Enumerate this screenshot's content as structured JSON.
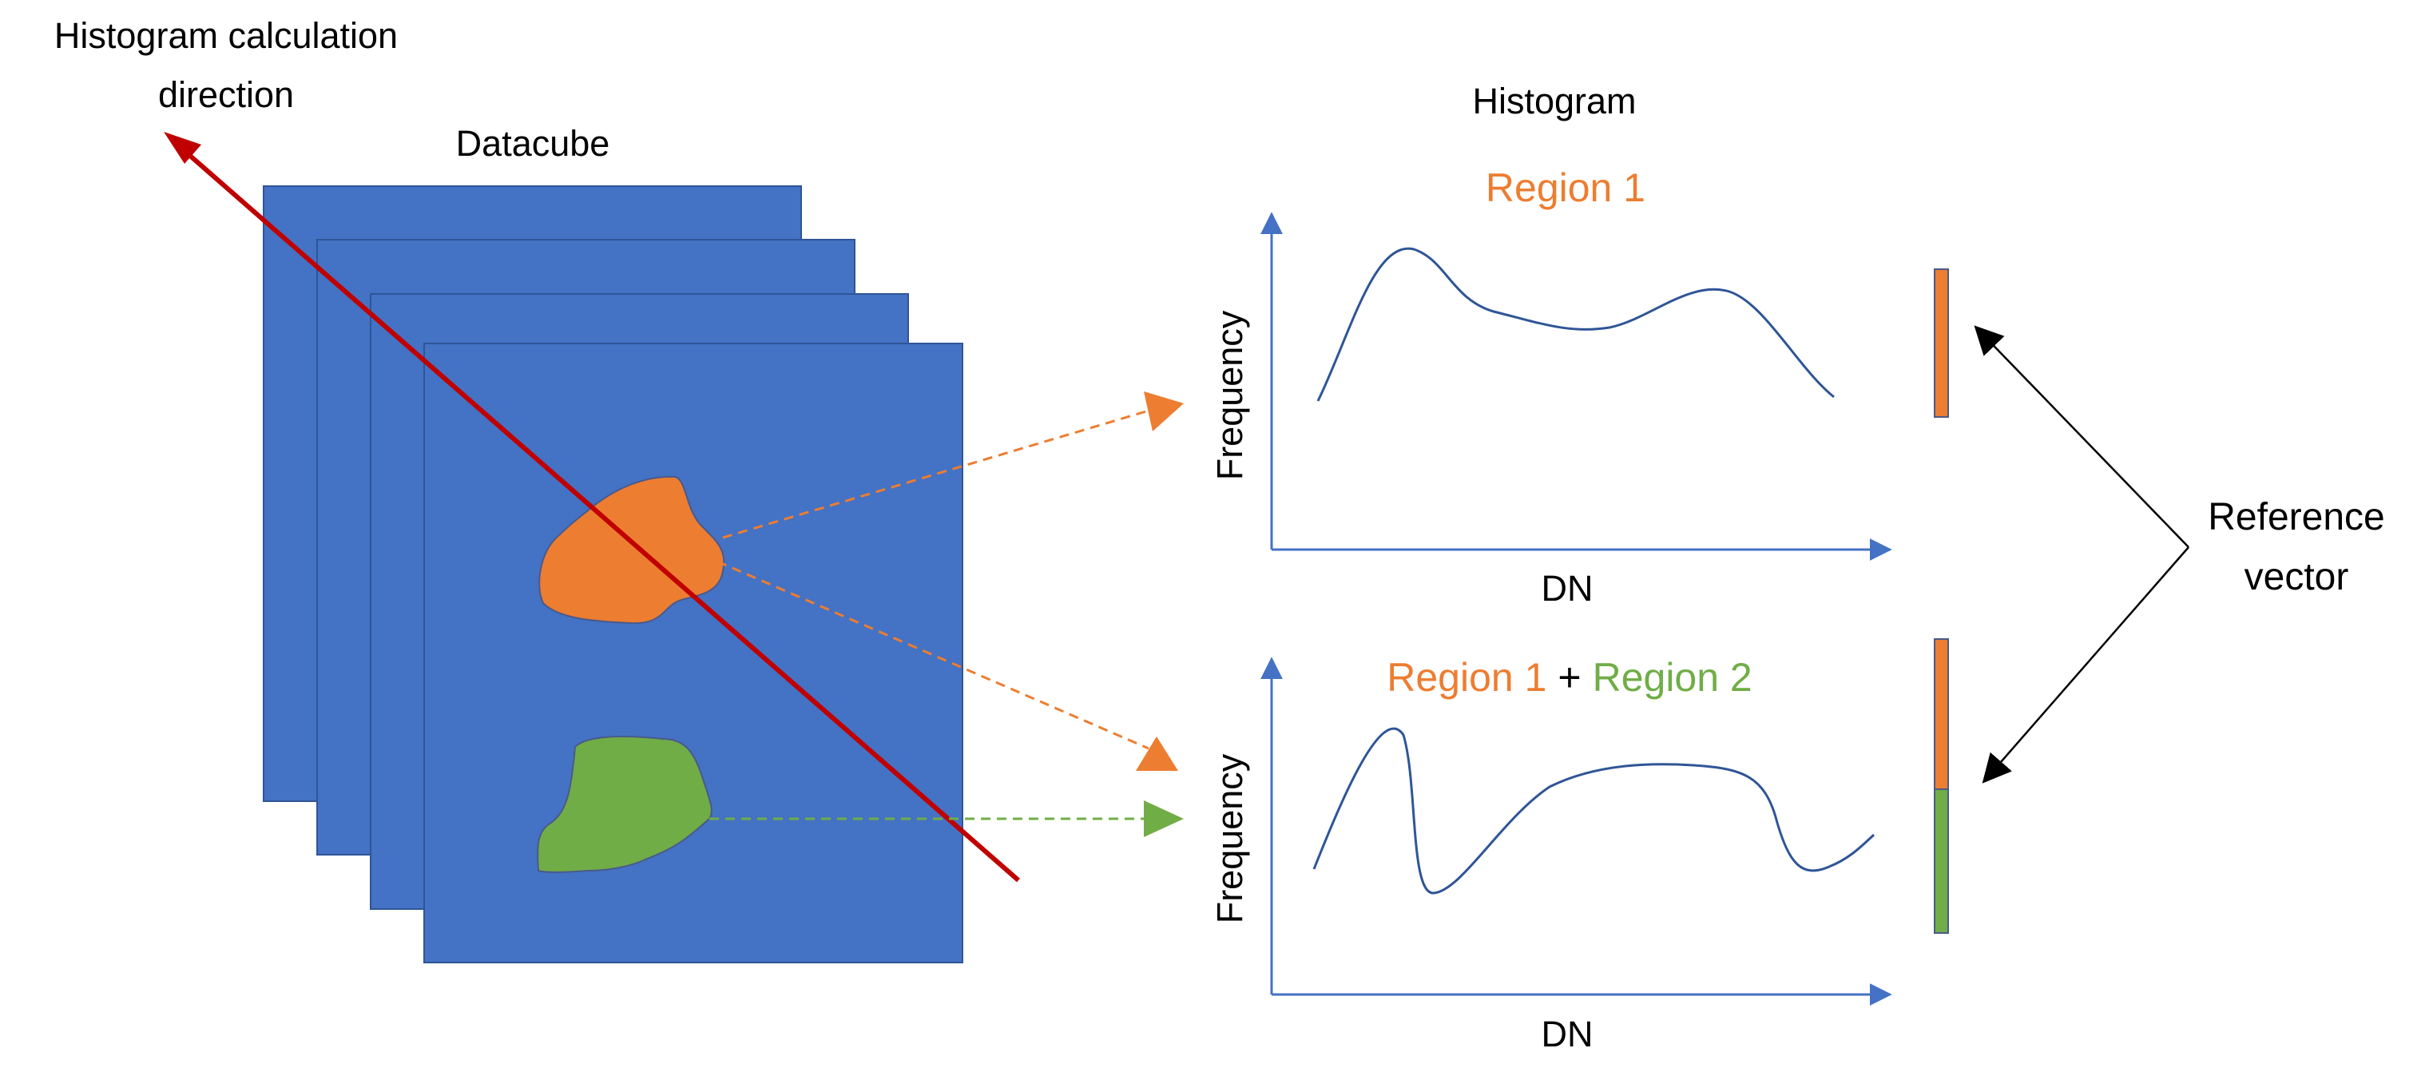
{
  "labels": {
    "direction_line1": "Histogram calculation",
    "direction_line2": "direction",
    "datacube": "Datacube",
    "histogram": "Histogram",
    "region1": "Region 1",
    "region1_combined": "Region 1",
    "plus": "+",
    "region2": "Region 2",
    "reference_line1": "Reference",
    "reference_line2": "vector"
  },
  "plots": {
    "top": {
      "ylabel": "Frequency",
      "xlabel": "DN"
    },
    "bottom": {
      "ylabel": "Frequency",
      "xlabel": "DN"
    }
  },
  "colors": {
    "cube_fill": "#4472C4",
    "cube_stroke": "#2F5597",
    "region1": "#ED7D31",
    "region2": "#70AD47",
    "direction_arrow": "#C00000",
    "axis": "#4472C4",
    "curve": "#2F5597",
    "text": "#000000"
  }
}
